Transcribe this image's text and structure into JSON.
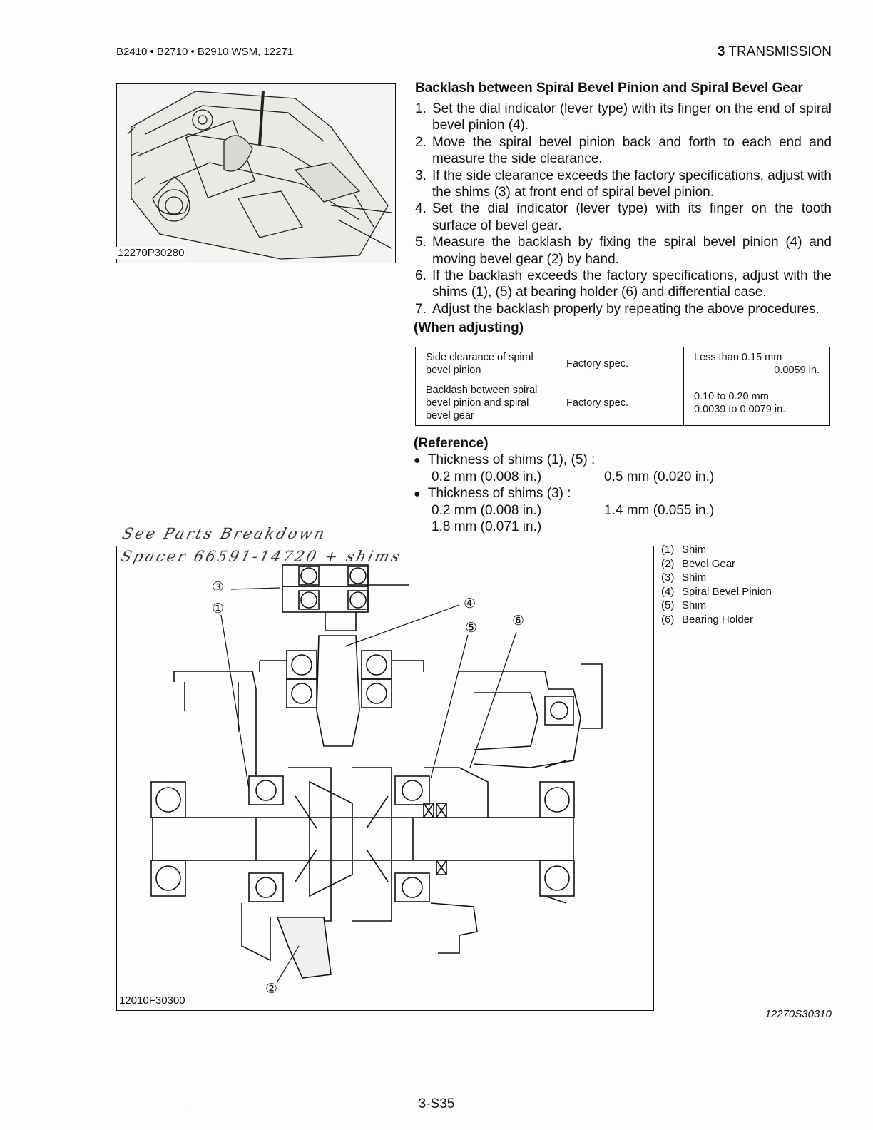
{
  "header": {
    "models": "B2410 • B2710 • B2910  WSM, 12271",
    "section_number": "3",
    "section_name": "TRANSMISSION"
  },
  "photo": {
    "caption": "12270P30280"
  },
  "procedure": {
    "title": "Backlash between Spiral Bevel Pinion and Spiral Bevel Gear",
    "steps": [
      {
        "num": "1.",
        "text": "Set the dial indicator (lever type) with its finger on the end of spiral bevel pinion (4)."
      },
      {
        "num": "2.",
        "text": "Move the spiral bevel pinion back and forth to each end and measure the side clearance."
      },
      {
        "num": "3.",
        "text": "If the side clearance exceeds the factory specifications, adjust with the shims (3) at front end of spiral bevel pinion."
      },
      {
        "num": "4.",
        "text": "Set the dial indicator (lever type) with its finger on the tooth surface of bevel gear."
      },
      {
        "num": "5.",
        "text": "Measure the backlash by fixing the spiral bevel pinion (4) and moving bevel gear (2) by hand."
      },
      {
        "num": "6.",
        "text": "If the backlash exceeds the factory specifications, adjust with the shims (1), (5) at bearing holder (6) and differential case."
      },
      {
        "num": "7.",
        "text": "Adjust the backlash properly by repeating the above procedures."
      }
    ]
  },
  "adjusting": {
    "title": "(When adjusting)",
    "rows": [
      {
        "item": "Side clearance of spiral bevel pinion",
        "spec": "Factory spec.",
        "value1": "Less than 0.15 mm",
        "value2": "0.0059 in."
      },
      {
        "item": "Backlash between spiral bevel pinion and spiral bevel gear",
        "spec": "Factory spec.",
        "value1": "0.10 to 0.20 mm",
        "value2": "0.0039 to 0.0079 in."
      }
    ]
  },
  "reference": {
    "title": "(Reference)",
    "shims_1_5_label": "Thickness of shims (1), (5) :",
    "shims_1_5_a": "0.2 mm (0.008 in.)",
    "shims_1_5_b": "0.5 mm (0.020 in.)",
    "shims_3_label": "Thickness of shims (3) :",
    "shims_3_a": "0.2 mm (0.008 in.)",
    "shims_3_b": "1.4 mm (0.055 in.)",
    "shims_3_c": "1.8 mm (0.071 in.)"
  },
  "handwritten": {
    "line1": "See Parts Breakdown",
    "line2": "Spacer 66591-14720 + shims"
  },
  "diagram": {
    "caption": "12010F30300",
    "callouts": [
      "①",
      "②",
      "③",
      "④",
      "⑤",
      "⑥"
    ]
  },
  "legend": [
    {
      "num": "(1)",
      "label": "Shim"
    },
    {
      "num": "(2)",
      "label": "Bevel Gear"
    },
    {
      "num": "(3)",
      "label": "Shim"
    },
    {
      "num": "(4)",
      "label": "Spiral Bevel Pinion"
    },
    {
      "num": "(5)",
      "label": "Shim"
    },
    {
      "num": "(6)",
      "label": "Bearing Holder"
    }
  ],
  "figure_id": "12270S30310",
  "page_number": "3-S35"
}
